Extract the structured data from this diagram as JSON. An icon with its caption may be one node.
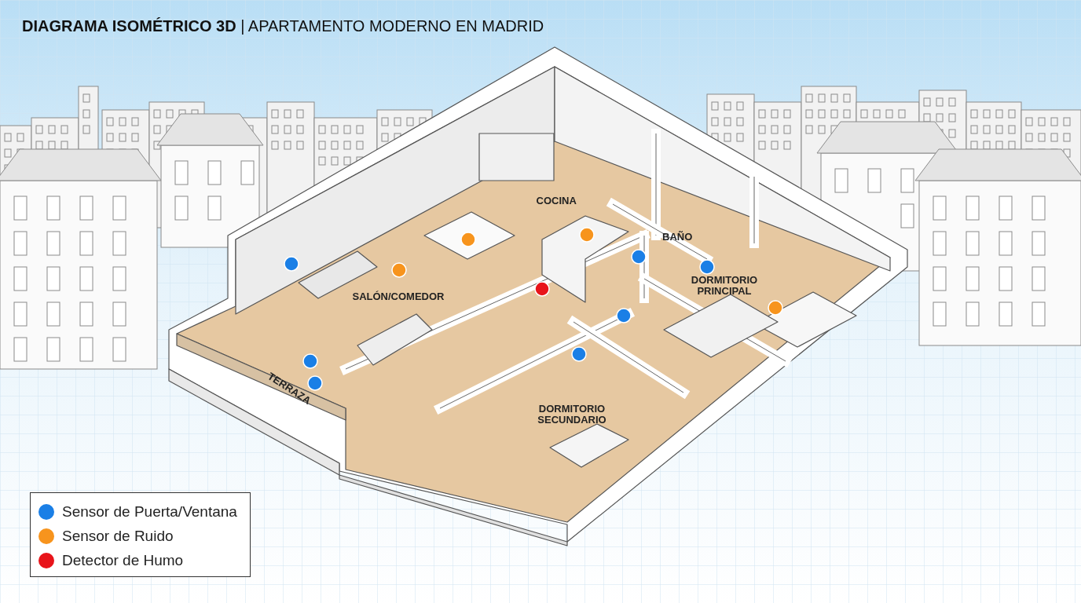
{
  "diagram": {
    "title": "**DIAGRAMA ISOMÉTRICO 3D** | APARTAMENTO MODERNO EN MADRID",
    "labels": [
      "COCINA",
      "BAÑO",
      "SALÓN/COMEDOR",
      "DORMITORIO PRINCIPAL",
      "TERRAZA",
      "DORMITORIO SECUNDARIO"
    ],
    "legend": [
      {
        "text": "Sensor de Puerta/Ventana",
        "color": "#1a7fe6"
      },
      {
        "text": "Sensor de Ruido",
        "color": "#f7941d"
      },
      {
        "text": "Detector de Humo",
        "color": "#e8141a"
      }
    ]
  }
}
